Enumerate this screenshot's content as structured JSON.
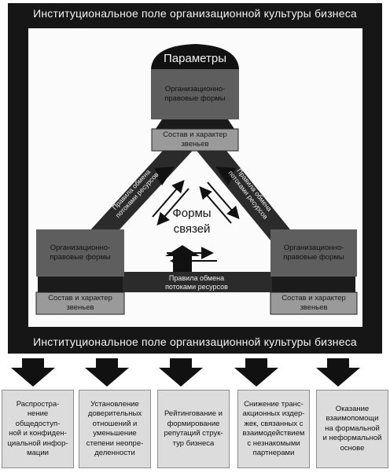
{
  "field": {
    "top_title": "Институциональное поле организационной культуры бизнеса",
    "bottom_title": "Институциональное поле организационной культуры бизнеса"
  },
  "diagram": {
    "parameters_label": "Параметры",
    "top_node": {
      "form": "Организационно-правовые формы",
      "composition": "Состав и характер звеньев"
    },
    "left_node": {
      "form": "Организационно-правовые формы",
      "composition": "Состав и характер звеньев"
    },
    "right_node": {
      "form": "Организационно-правовые формы",
      "composition": "Состав и характер звеньев"
    },
    "center_label_1": "Формы",
    "center_label_2": "связей",
    "edge_left": {
      "line1": "Правила обмена",
      "line2": "потоками ресурсов"
    },
    "edge_right": {
      "line1": "Правила обмена",
      "line2": "потоками ресурсов"
    },
    "edge_bottom": {
      "line1": "Правила обмена",
      "line2": "потоками ресурсов"
    }
  },
  "cards": [
    {
      "lines": [
        "Распростра-",
        "нение общедоступ-",
        "ной и конфиден-",
        "циальной инфор-",
        "мации"
      ]
    },
    {
      "lines": [
        "Установление",
        "доверительных",
        "отношений и",
        "уменьшение",
        "степени неопре-",
        "деленности"
      ]
    },
    {
      "lines": [
        "Рейтингование и",
        "формирование",
        "репутаций струк-",
        "тур бизнеса"
      ]
    },
    {
      "lines": [
        "Снижение транс-",
        "акционных издер-",
        "жек, связанных с",
        "взаимодействием",
        "с незнакомыми",
        "партнерами"
      ]
    },
    {
      "lines": [
        "Оказание",
        "взаимопомощи",
        "на формальной",
        "и неформальной",
        "основе"
      ]
    }
  ],
  "colors": {
    "frame": "#161616",
    "box_fill": "#5e5e5e",
    "box_light": "#9a9a9a",
    "card_fill": "#dcdcdc"
  }
}
